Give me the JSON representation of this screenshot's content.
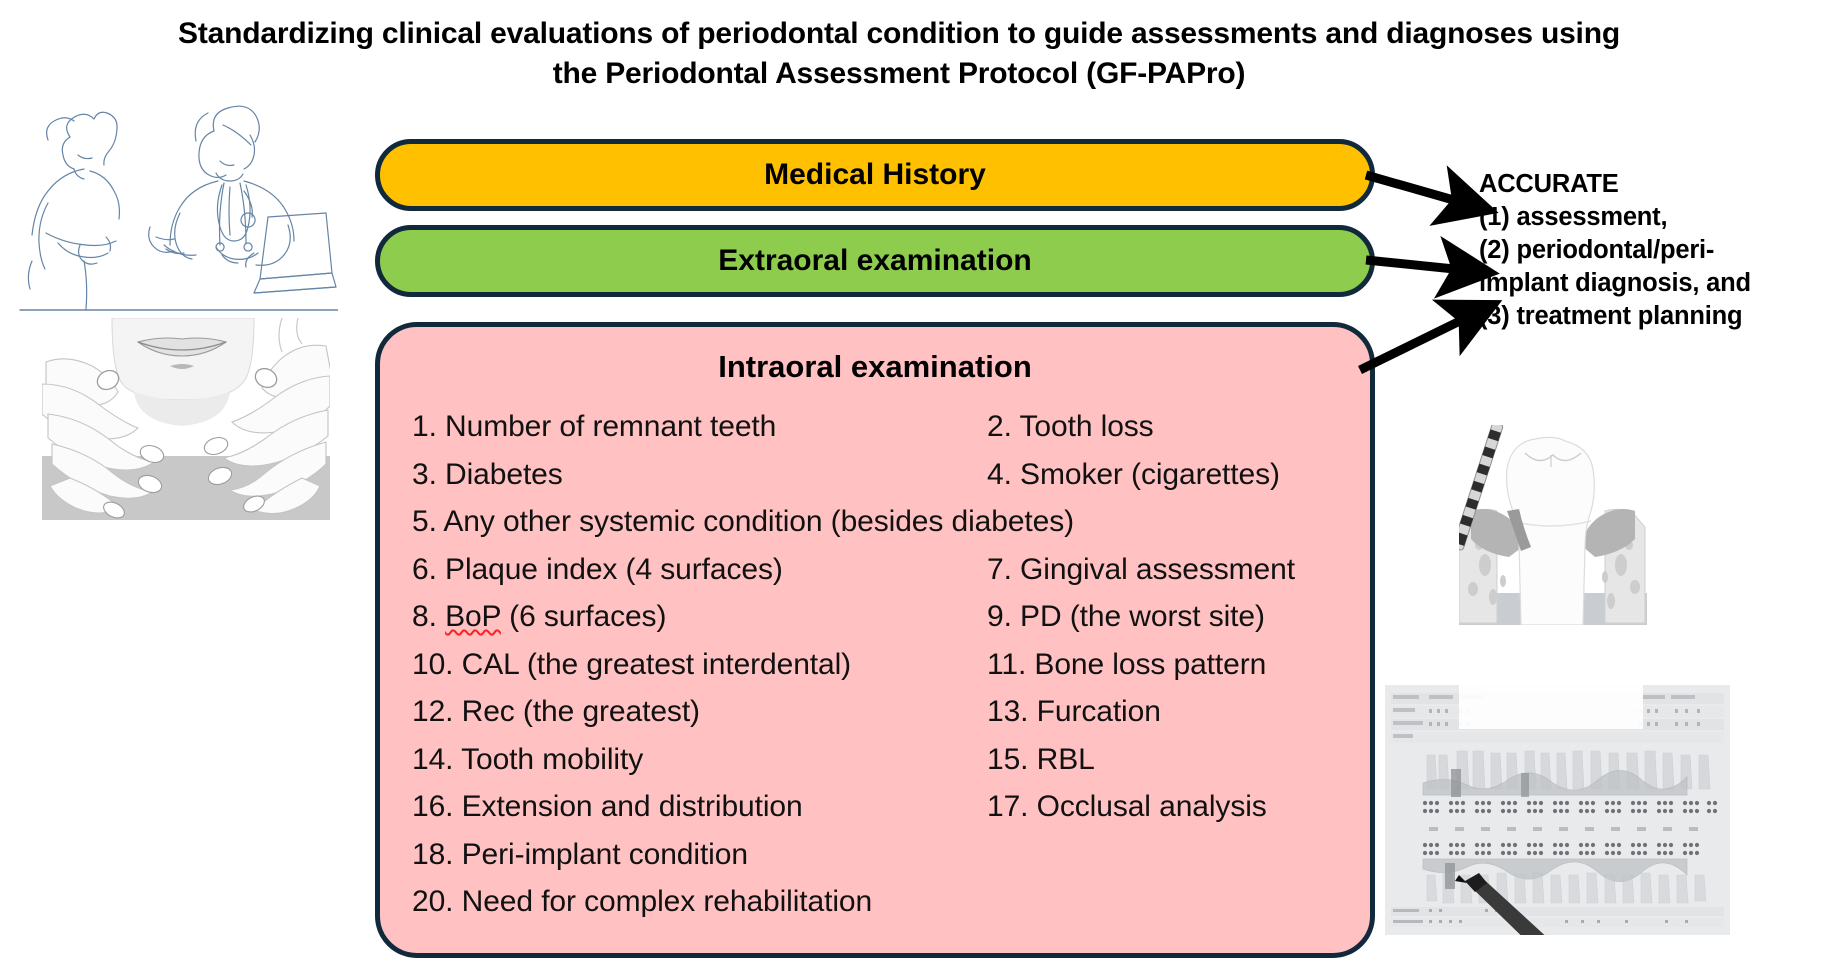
{
  "title": "Standardizing clinical evaluations of periodontal condition to guide assessments and diagnoses using the Periodontal Assessment Protocol (GF-PAPro)",
  "colors": {
    "medical_history_fill": "#FFC000",
    "extraoral_fill": "#8DCC4C",
    "intraoral_fill": "#FFC1C1",
    "box_border": "#10293b",
    "arrow": "#000000",
    "spellcheck_underline": "#ff2020",
    "illustration_line": "#5f7e9e"
  },
  "flow": {
    "medical_history": {
      "label": "Medical History"
    },
    "extraoral": {
      "label": "Extraoral examination"
    },
    "intraoral": {
      "label": "Intraoral examination",
      "items": [
        {
          "n": "1.",
          "text": "1. Number of remnant teeth",
          "span": false,
          "spellcheck": false
        },
        {
          "n": "2.",
          "text": "2. Tooth loss",
          "span": false,
          "spellcheck": false
        },
        {
          "n": "3.",
          "text": "3. Diabetes",
          "span": false,
          "spellcheck": false
        },
        {
          "n": "4.",
          "text": "4. Smoker (cigarettes)",
          "span": false,
          "spellcheck": false
        },
        {
          "n": "5.",
          "text": "5. Any other systemic condition (besides diabetes)",
          "span": true,
          "spellcheck": false
        },
        {
          "n": "6.",
          "text": "6. Plaque index (4 surfaces)",
          "span": false,
          "spellcheck": false
        },
        {
          "n": "7.",
          "text": "7. Gingival assessment",
          "span": false,
          "spellcheck": false
        },
        {
          "n": "8.",
          "text": "8. BoP (6 surfaces)",
          "span": false,
          "spellcheck": true,
          "pre": "8. ",
          "marked": "BoP",
          "post": " (6 surfaces)"
        },
        {
          "n": "9.",
          "text": "9. PD (the worst site)",
          "span": false,
          "spellcheck": false
        },
        {
          "n": "10.",
          "text": "10. CAL (the greatest interdental)",
          "span": false,
          "spellcheck": false
        },
        {
          "n": "11.",
          "text": "11. Bone loss pattern",
          "span": false,
          "spellcheck": false
        },
        {
          "n": "12.",
          "text": "12. Rec (the greatest)",
          "span": false,
          "spellcheck": false
        },
        {
          "n": "13.",
          "text": "13. Furcation",
          "span": false,
          "spellcheck": false
        },
        {
          "n": "14.",
          "text": "14. Tooth mobility",
          "span": false,
          "spellcheck": false
        },
        {
          "n": "15.",
          "text": "15. RBL",
          "span": false,
          "spellcheck": false
        },
        {
          "n": "16.",
          "text": "16. Extension and distribution",
          "span": false,
          "spellcheck": false
        },
        {
          "n": "17.",
          "text": "17. Occlusal analysis",
          "span": false,
          "spellcheck": false
        },
        {
          "n": "18.",
          "text": "18. Peri-implant condition",
          "span": false,
          "spellcheck": false
        },
        {
          "n": "",
          "text": "",
          "span": false,
          "spellcheck": false
        },
        {
          "n": "20.",
          "text": "20. Need for complex rehabilitation",
          "span": false,
          "spellcheck": false
        }
      ]
    }
  },
  "outcome": {
    "heading": "ACCURATE",
    "lines": [
      "(1) assessment,",
      "(2) periodontal/peri-",
      "implant diagnosis, and",
      "(3) treatment planning"
    ]
  },
  "illustrations": {
    "consultation": "clinician-and-patient-consultation-line-art",
    "palpation": "neck-lymph-node-palpation-illustration",
    "tooth": "tooth-with-periodontal-probe-cross-section",
    "chart": "periodontal-charting-form-with-pen"
  }
}
